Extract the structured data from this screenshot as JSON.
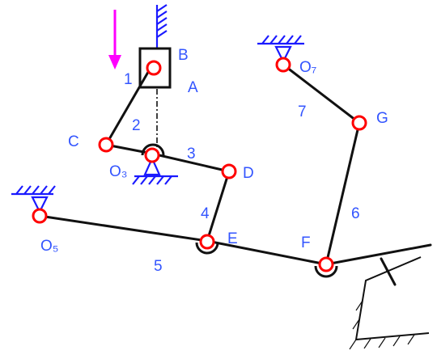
{
  "diagram": {
    "link_labels": {
      "l1": "1",
      "l2": "2",
      "l3": "3",
      "l4": "4",
      "l5": "5",
      "l6": "6",
      "l7": "7"
    },
    "joint_labels": {
      "A": "A",
      "B": "B",
      "C": "C",
      "D": "D",
      "E": "E",
      "F": "F",
      "G": "G",
      "O3": "O₃",
      "O5": "O₅",
      "O7": "O₇"
    },
    "colors": {
      "link": "#111111",
      "joint_outline": "#ff0000",
      "label": "#3355ff",
      "ground": "#1a1aff",
      "force_arrow": "#ff00ff"
    },
    "input_force_icon": "down-arrow-icon",
    "ground_icon": "hatched-ground-support-icon"
  }
}
